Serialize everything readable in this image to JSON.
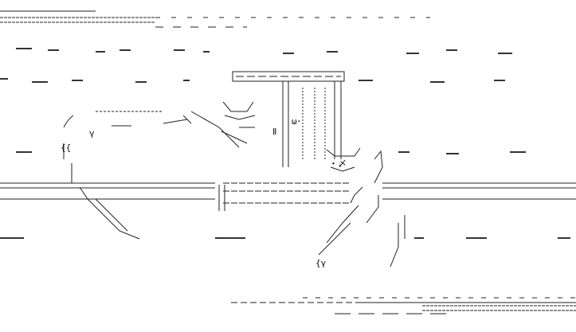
{
  "art": {
    "glyph_window_mark": "Ⅱ",
    "glyph_face": "ω･",
    "glyph_gamma_1": "γ",
    "glyph_gamma_2": "{γ",
    "glyph_cat_eyes": "・〆",
    "glyph_brace": "{{"
  },
  "colors": {
    "background": "#ffffff",
    "ink": "#111111"
  }
}
